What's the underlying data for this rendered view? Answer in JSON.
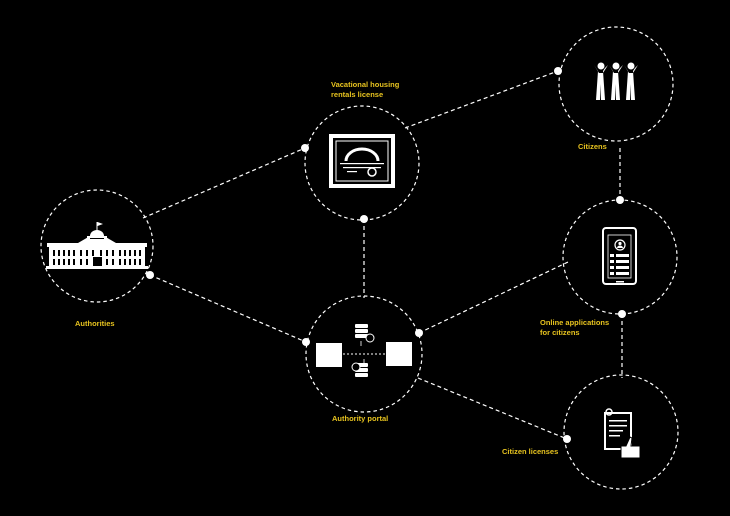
{
  "colors": {
    "background": "#000000",
    "label": "#e7c31f",
    "line": "#ffffff"
  },
  "nodes": {
    "authorities": {
      "label": "Authorities",
      "icon": "government-building-icon"
    },
    "license": {
      "label": "Vacational housing\nrentals license",
      "icon": "certificate-icon"
    },
    "portal": {
      "label": "Authority portal",
      "icon": "server-exchange-icon"
    },
    "citizens": {
      "label": "Citizens",
      "icon": "people-icon"
    },
    "online": {
      "label": "Online applications\nfor citizens",
      "icon": "tablet-form-icon"
    },
    "licenses": {
      "label": "Citizen licenses",
      "icon": "document-approval-icon"
    }
  }
}
